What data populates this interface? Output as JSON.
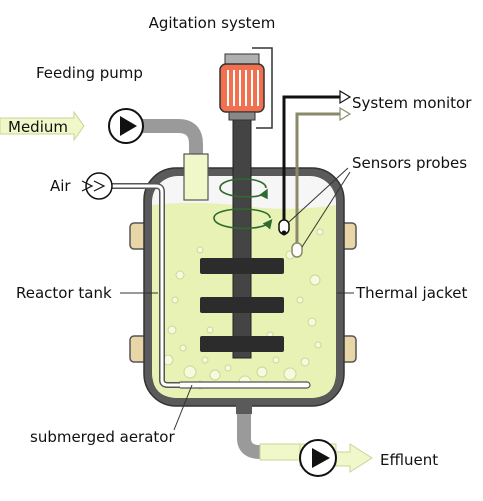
{
  "labels": {
    "agitation": "Agitation system",
    "feeding_pump": "Feeding pump",
    "medium": "Medium",
    "air": "Air",
    "system_monitor": "System monitor",
    "sensors_probes": "Sensors probes",
    "reactor_tank": "Reactor tank",
    "thermal_jacket": "Thermal jacket",
    "submerged_aerator": "submerged aerator",
    "effluent": "Effluent"
  },
  "colors": {
    "medium_fill": "#e8f2b4",
    "medium_pipe": "#f0f7c8",
    "vessel_wall": "#555555",
    "jacket": "#e8d6a8",
    "motor": "#f07050",
    "agitator": "#333333",
    "pipe_grey": "#9a9a9a",
    "probe_line_dark": "#111111",
    "probe_line_olive": "#8a8a6a",
    "swirl": "#2e6b2e"
  },
  "icons": [
    "pump-icon",
    "air-pump-icon",
    "motor-icon",
    "arrowhead-icon",
    "swirl-arrow-icon",
    "air-bubble-icon"
  ]
}
